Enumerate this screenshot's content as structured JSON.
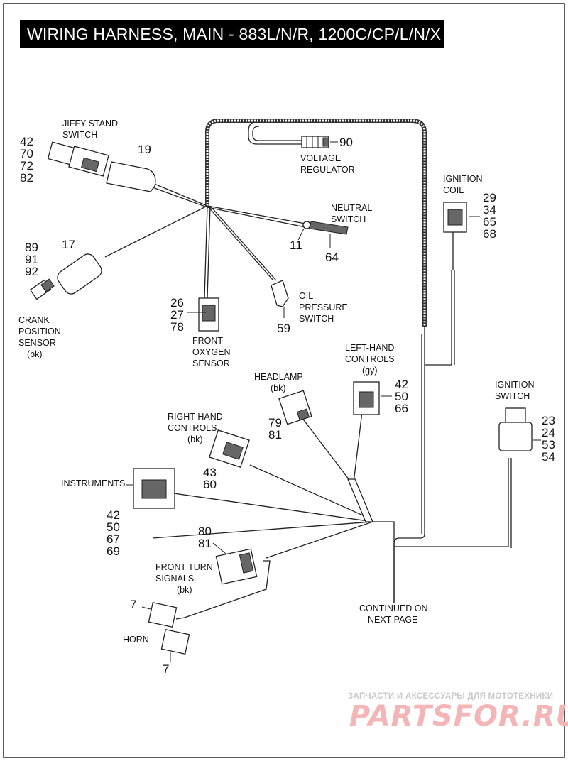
{
  "title": "WIRING HARNESS, MAIN - 883L/N/R, 1200C/CP/L/N/X",
  "callouts": {
    "voltage_regulator": {
      "numbers": [
        "90"
      ],
      "label": [
        "VOLTAGE",
        "REGULATOR"
      ]
    },
    "jiffy_stand_switch": {
      "numbers": [
        "42",
        "70",
        "72",
        "82"
      ],
      "label": [
        "JIFFY STAND",
        "SWITCH"
      ]
    },
    "part_19": {
      "numbers": [
        "19"
      ]
    },
    "ignition_coil": {
      "numbers": [
        "29",
        "34",
        "65",
        "68"
      ],
      "label": [
        "IGNITION",
        "COIL"
      ]
    },
    "neutral_switch": {
      "numbers": [
        "11",
        "64"
      ],
      "label": [
        "NEUTRAL",
        "SWITCH"
      ]
    },
    "part_17": {
      "numbers": [
        "17"
      ]
    },
    "crank_position_sensor": {
      "numbers": [
        "89",
        "91",
        "92"
      ],
      "label": [
        "CRANK",
        "POSITION",
        "SENSOR",
        "(bk)"
      ]
    },
    "front_oxygen_sensor": {
      "numbers": [
        "26",
        "27",
        "78"
      ],
      "label": [
        "FRONT",
        "OXYGEN",
        "SENSOR"
      ]
    },
    "oil_pressure_switch": {
      "numbers": [
        "59"
      ],
      "label": [
        "OIL",
        "PRESSURE",
        "SWITCH"
      ]
    },
    "left_hand_controls": {
      "numbers": [
        "42",
        "50",
        "66"
      ],
      "label": [
        "LEFT-HAND",
        "CONTROLS",
        "(gy)"
      ]
    },
    "headlamp": {
      "numbers": [
        "79",
        "81"
      ],
      "label": [
        "HEADLAMP",
        "(bk)"
      ]
    },
    "right_hand_controls": {
      "numbers": [
        "43",
        "60"
      ],
      "label": [
        "RIGHT-HAND",
        "CONTROLS",
        "(bk)"
      ]
    },
    "ignition_switch": {
      "numbers": [
        "23",
        "24",
        "53",
        "54"
      ],
      "label": [
        "IGNITION",
        "SWITCH"
      ]
    },
    "instruments": {
      "numbers": [
        "42",
        "50",
        "67",
        "69"
      ],
      "label": [
        "INSTRUMENTS"
      ]
    },
    "front_turn_signals": {
      "numbers": [
        "80",
        "81"
      ],
      "label": [
        "FRONT TURN",
        "SIGNALS",
        "(bk)"
      ]
    },
    "horn": {
      "numbers": [
        "7",
        "7"
      ],
      "label": [
        "HORN"
      ]
    },
    "continued": {
      "label": [
        "CONTINUED ON",
        "NEXT PAGE"
      ]
    }
  },
  "watermark": {
    "tagline": "ЗАПЧАСТИ И АКСЕССУАРЫ ДЛЯ МОТОТЕХНИКИ",
    "logo": "PARTSFOR.RU"
  }
}
